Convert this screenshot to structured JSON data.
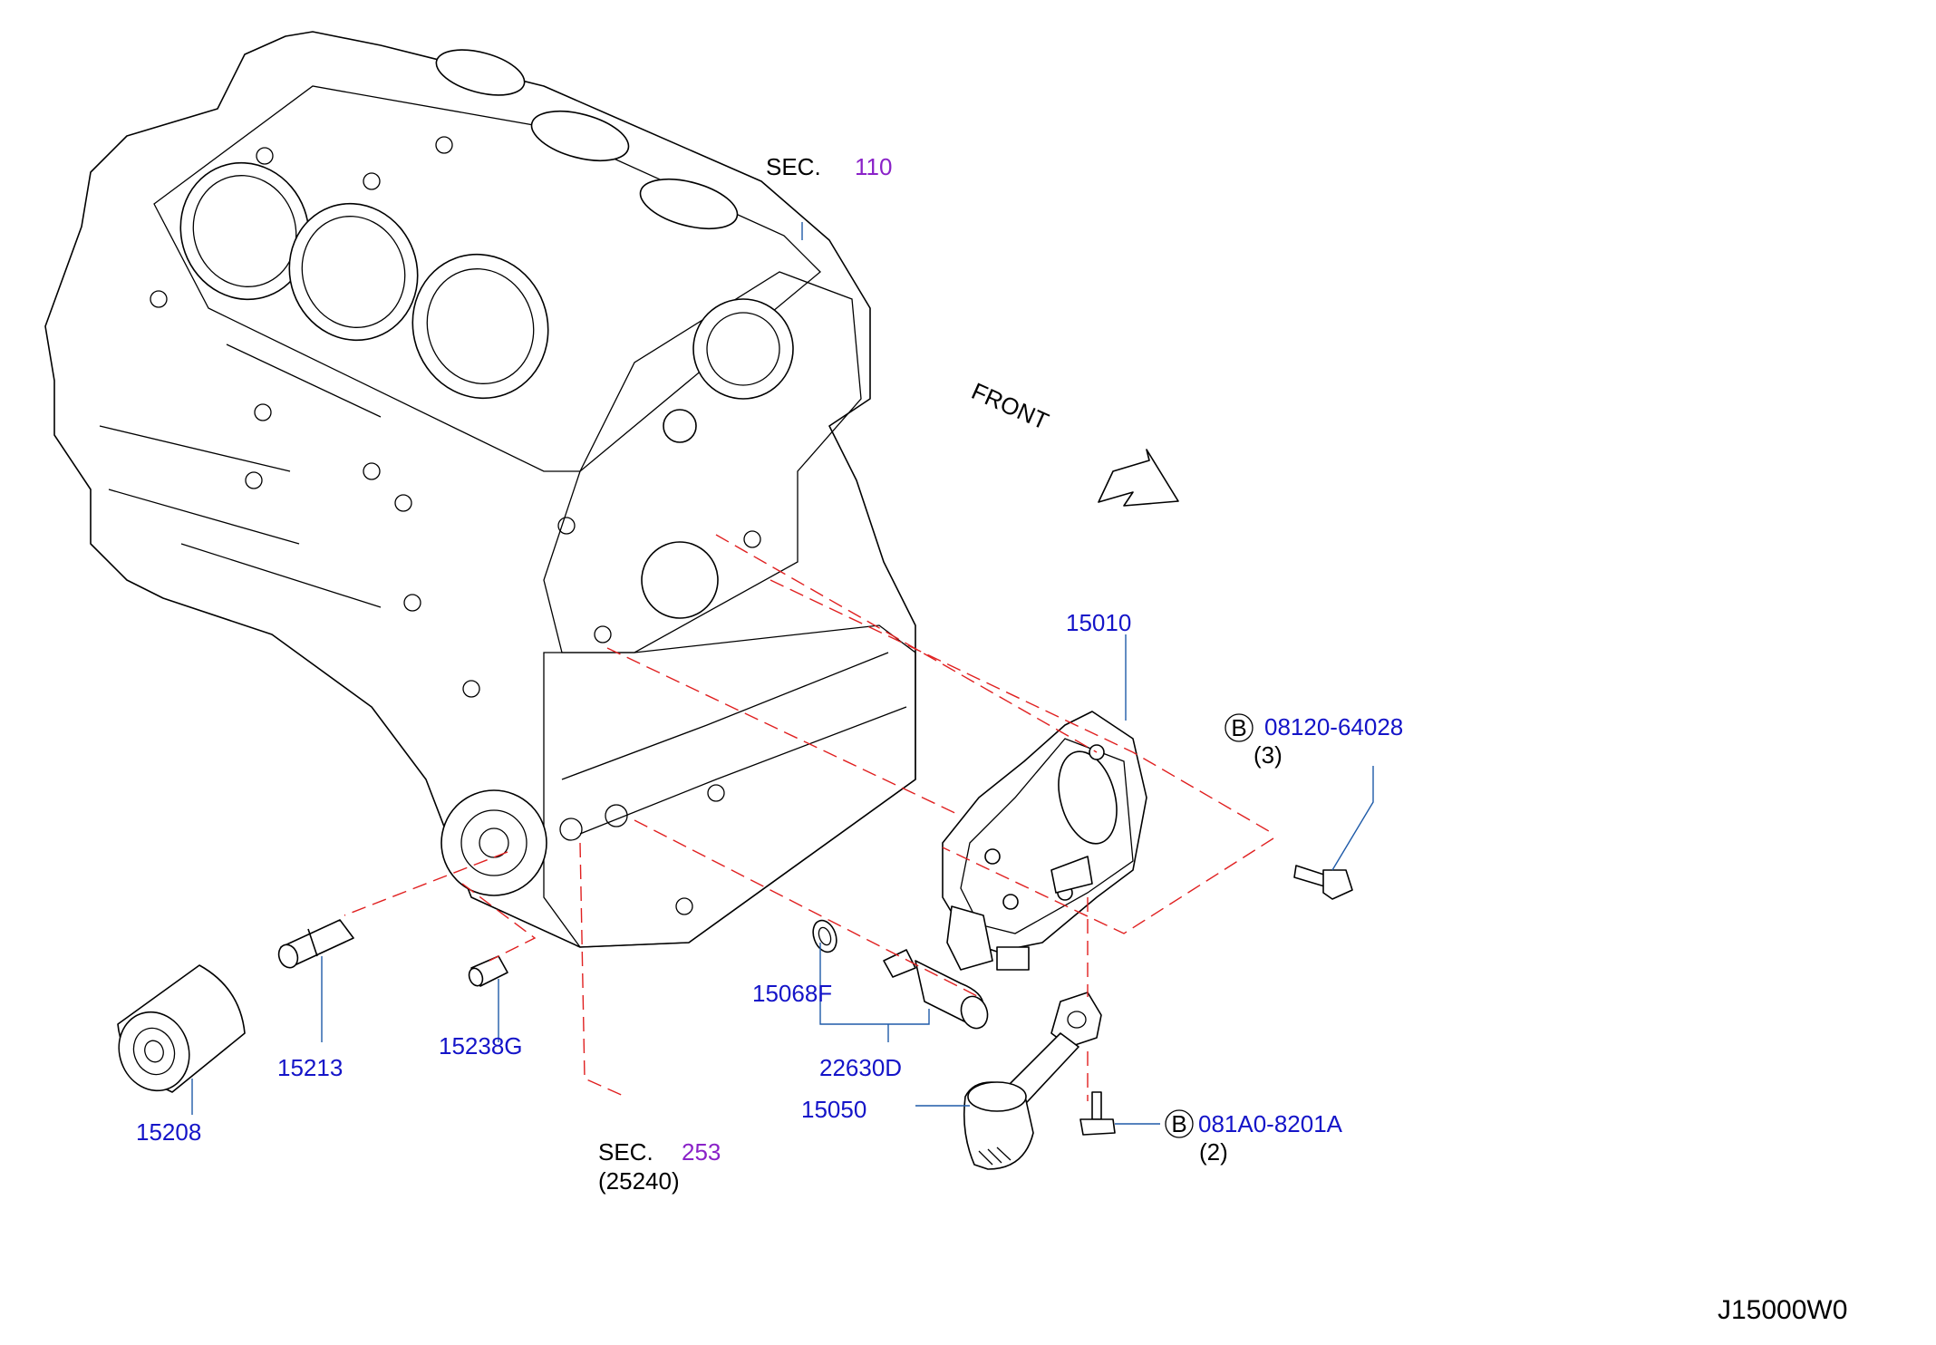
{
  "diagram_code": "J15000W0",
  "front_label": "FRONT",
  "sections": [
    {
      "prefix": "SEC.",
      "number": "110"
    },
    {
      "prefix": "SEC.",
      "number": "253",
      "sub": "(25240)"
    }
  ],
  "parts": [
    {
      "number": "15010"
    },
    {
      "number": "15068F"
    },
    {
      "number": "22630D"
    },
    {
      "number": "15050"
    },
    {
      "number": "15213"
    },
    {
      "number": "15238G"
    },
    {
      "number": "15208"
    }
  ],
  "bolts": [
    {
      "marker": "B",
      "number": "08120-64028",
      "qty": "(3)"
    },
    {
      "marker": "B",
      "number": "081A0-8201A",
      "qty": "(2)"
    }
  ],
  "colors": {
    "part_number": "#1414c8",
    "section_number": "#8a22c8",
    "leader_line": "#1e5aa8",
    "phantom_line": "#e02020"
  }
}
